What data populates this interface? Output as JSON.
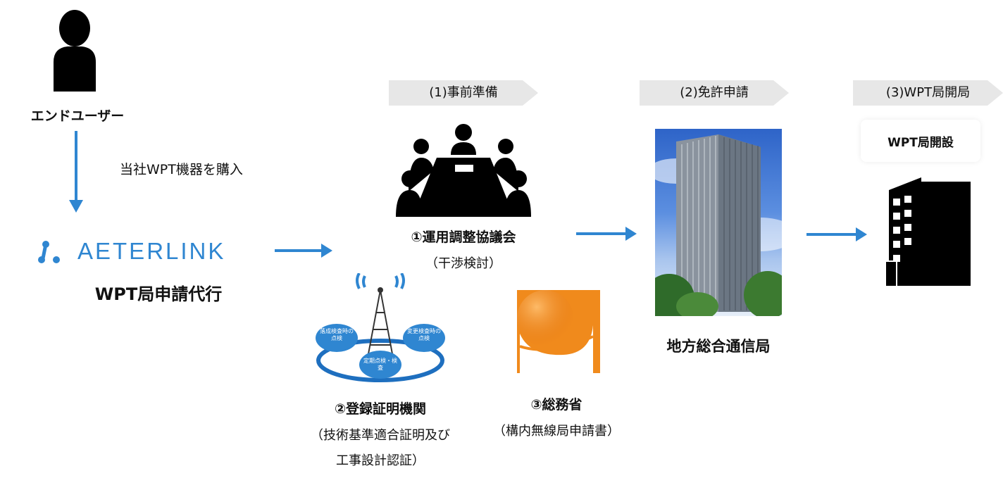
{
  "end_user": {
    "label": "エンドユーザー"
  },
  "purchase_text": "当社WPT機器を購入",
  "logo": {
    "text": "AETERLINK"
  },
  "agency_label": "WPT局申請代行",
  "steps": [
    {
      "label": "(1)事前準備"
    },
    {
      "label": "(2)免許申請"
    },
    {
      "label": "(3)WPT局開局"
    }
  ],
  "meeting": {
    "title": "①運用調整協議会",
    "sub": "（干渉検討）"
  },
  "cert_body": {
    "title": "②登録証明機関",
    "sub1": "（技術基準適合証明及び",
    "sub2": "工事設計認証）",
    "bubbles": [
      "落成検査時の点検",
      "変更検査時の点検",
      "定期点検・検査"
    ]
  },
  "ministry": {
    "title": "③総務省",
    "sub": "（構内無線局申請書）"
  },
  "bureau": {
    "title": "地方総合通信局"
  },
  "open": {
    "title": "WPT局開設"
  },
  "colors": {
    "arrow": "#2f86d1",
    "ribbon": "#e7e7e7",
    "logo": "#2f86d1",
    "ministry_orange": "#f08a1c"
  }
}
